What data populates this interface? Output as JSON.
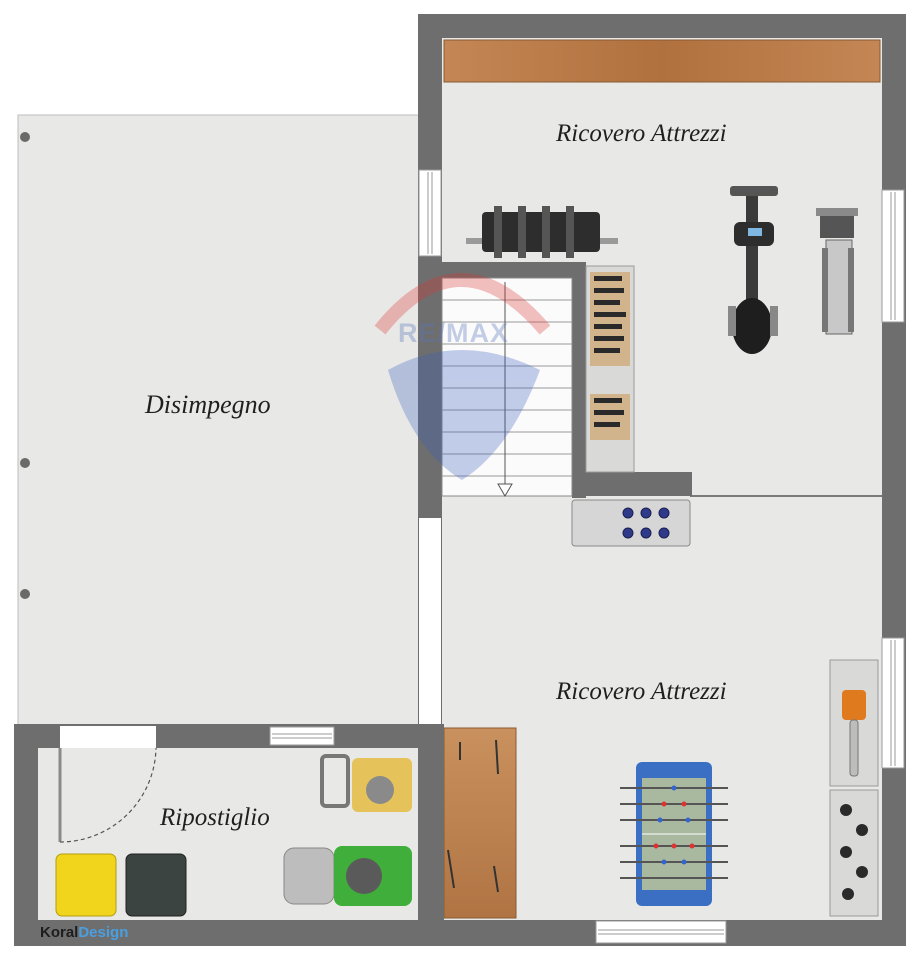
{
  "rooms": {
    "disimpegno": "Disimpegno",
    "ricovero_top": "Ricovero Attrezzi",
    "ricovero_bottom": "Ricovero Attrezzi",
    "ripostiglio": "Ripostiglio"
  },
  "brand": {
    "part1": "Koral",
    "part2": "Design",
    "color": "#4a9fe0"
  },
  "watermark": {
    "text": "RE/MAX"
  },
  "colors": {
    "wall": "#6e6e6e",
    "floor": "#e8e9e6",
    "wood": "#b87a4a",
    "mower_green": "#3fae3a",
    "bin_yellow": "#f1d51c",
    "bin_dark": "#3b4441",
    "foosball_blue": "#3a6fc4"
  }
}
